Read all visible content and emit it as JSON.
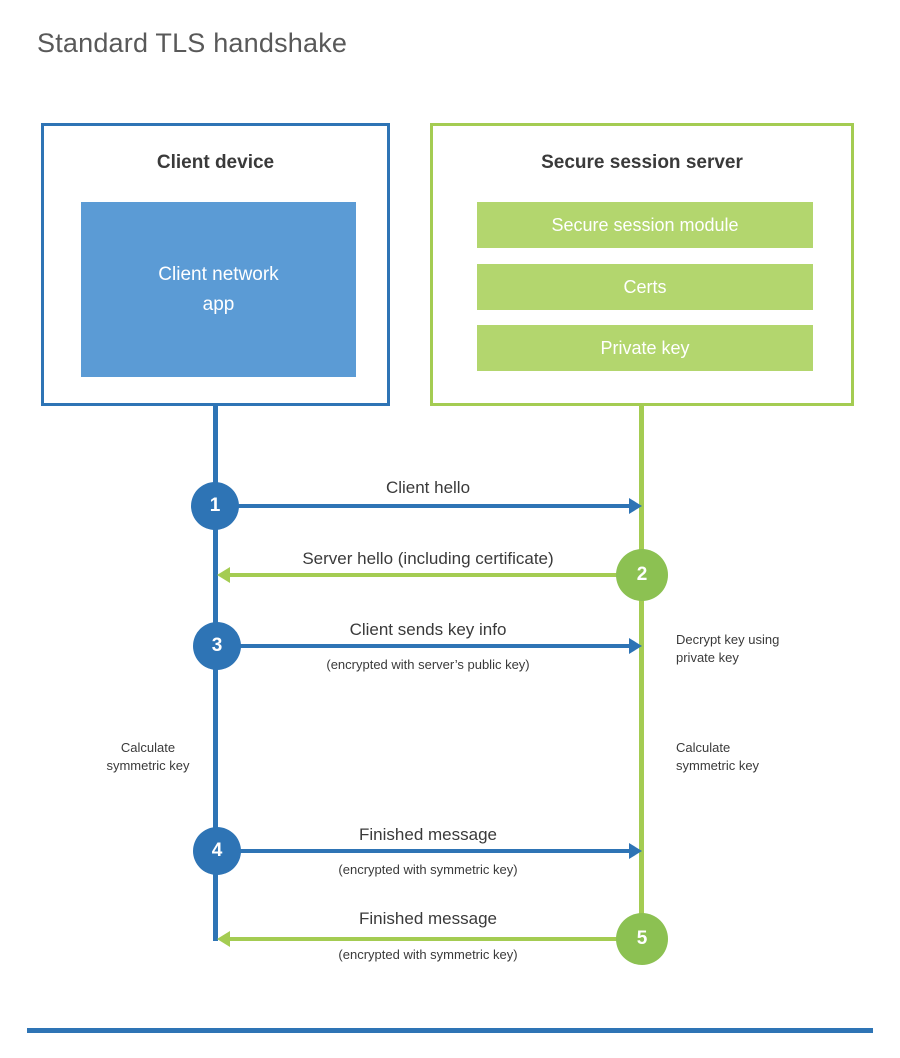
{
  "title": "Standard TLS handshake",
  "client": {
    "title": "Client device",
    "app": "Client network app"
  },
  "server": {
    "title": "Secure session server",
    "modules": [
      "Secure session module",
      "Certs",
      "Private key"
    ]
  },
  "steps": [
    {
      "num": "1",
      "label": "Client hello",
      "sublabel": "",
      "direction": "client-to-server"
    },
    {
      "num": "2",
      "label": "Server hello (including certificate)",
      "sublabel": "",
      "direction": "server-to-client"
    },
    {
      "num": "3",
      "label": "Client sends key info",
      "sublabel": "(encrypted with server’s public key)",
      "direction": "client-to-server"
    },
    {
      "num": "4",
      "label": "Finished message",
      "sublabel": "(encrypted with symmetric key)",
      "direction": "client-to-server"
    },
    {
      "num": "5",
      "label": "Finished message",
      "sublabel": "(encrypted with symmetric key)",
      "direction": "server-to-client"
    }
  ],
  "notes": {
    "decrypt": "Decrypt key using private key",
    "calc_left": "Calculate symmetric key",
    "calc_right": "Calculate symmetric key"
  },
  "colors": {
    "blue": "#2e74b5",
    "blue_fill": "#5b9bd5",
    "green": "#a4cc52",
    "green_fill": "#b3d66e",
    "green_circle": "#8cc152"
  }
}
